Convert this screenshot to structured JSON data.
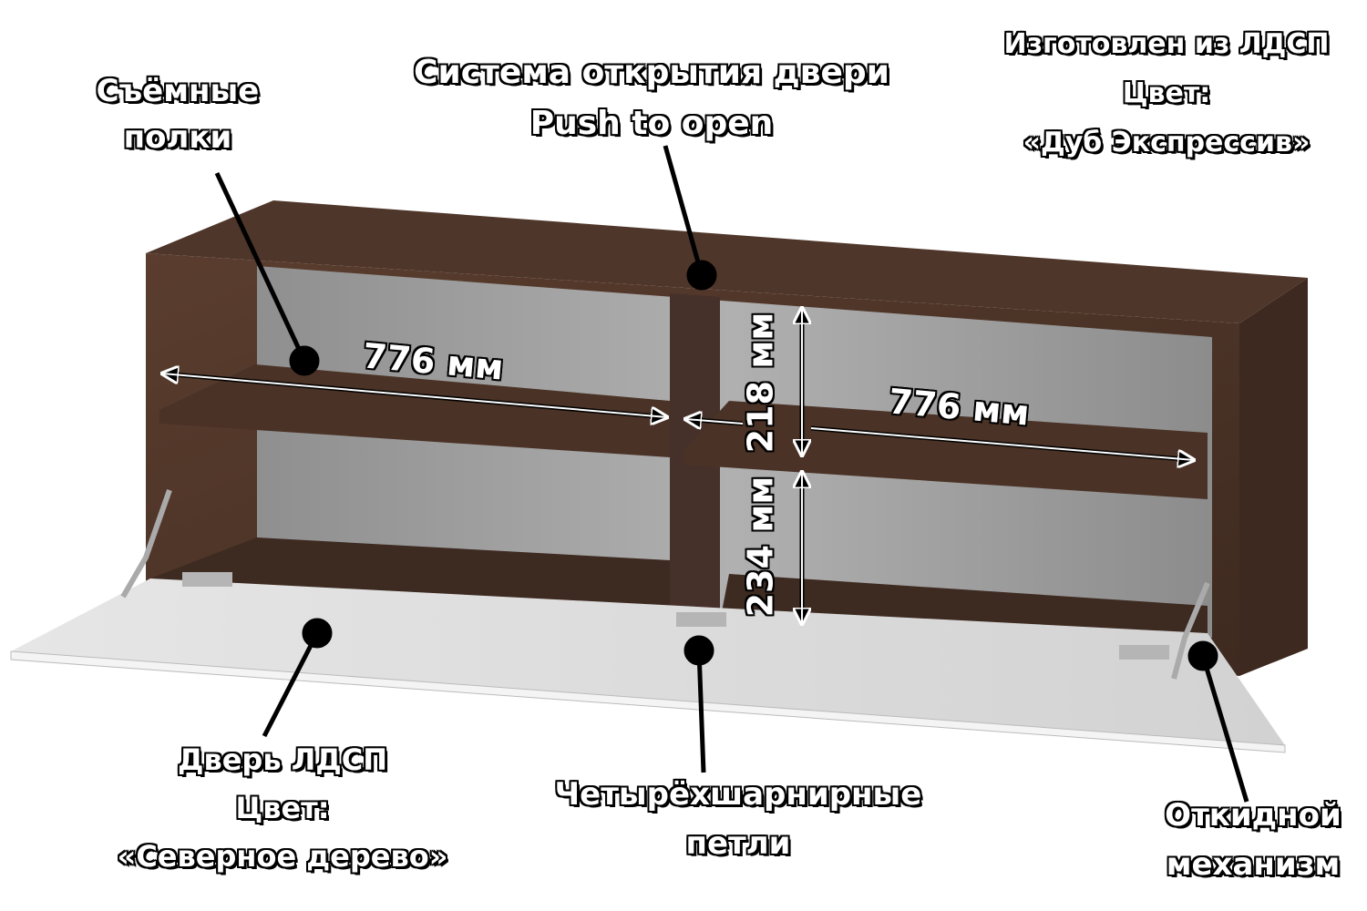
{
  "labels": {
    "shelves": [
      "Съёмные",
      "полки"
    ],
    "push_system": [
      "Система открытия двери",
      "Push to open"
    ],
    "material": [
      "Изготовлен из ЛДСП",
      "Цвет:",
      "«Дуб Экспрессив»"
    ],
    "door": [
      "Дверь ЛДСП",
      "Цвет:",
      "«Северное дерево»"
    ],
    "hinges": [
      "Четырёхшарнирные",
      "петли"
    ],
    "lift": [
      "Откидной",
      "механизм"
    ]
  },
  "dimensions": {
    "left_width": "776 мм",
    "right_width": "776 мм",
    "upper_height": "218 мм",
    "lower_height": "234 мм"
  },
  "colors": {
    "body": "#4a3226",
    "interior": "#9a9a9a",
    "door": "#dcdcdc"
  }
}
